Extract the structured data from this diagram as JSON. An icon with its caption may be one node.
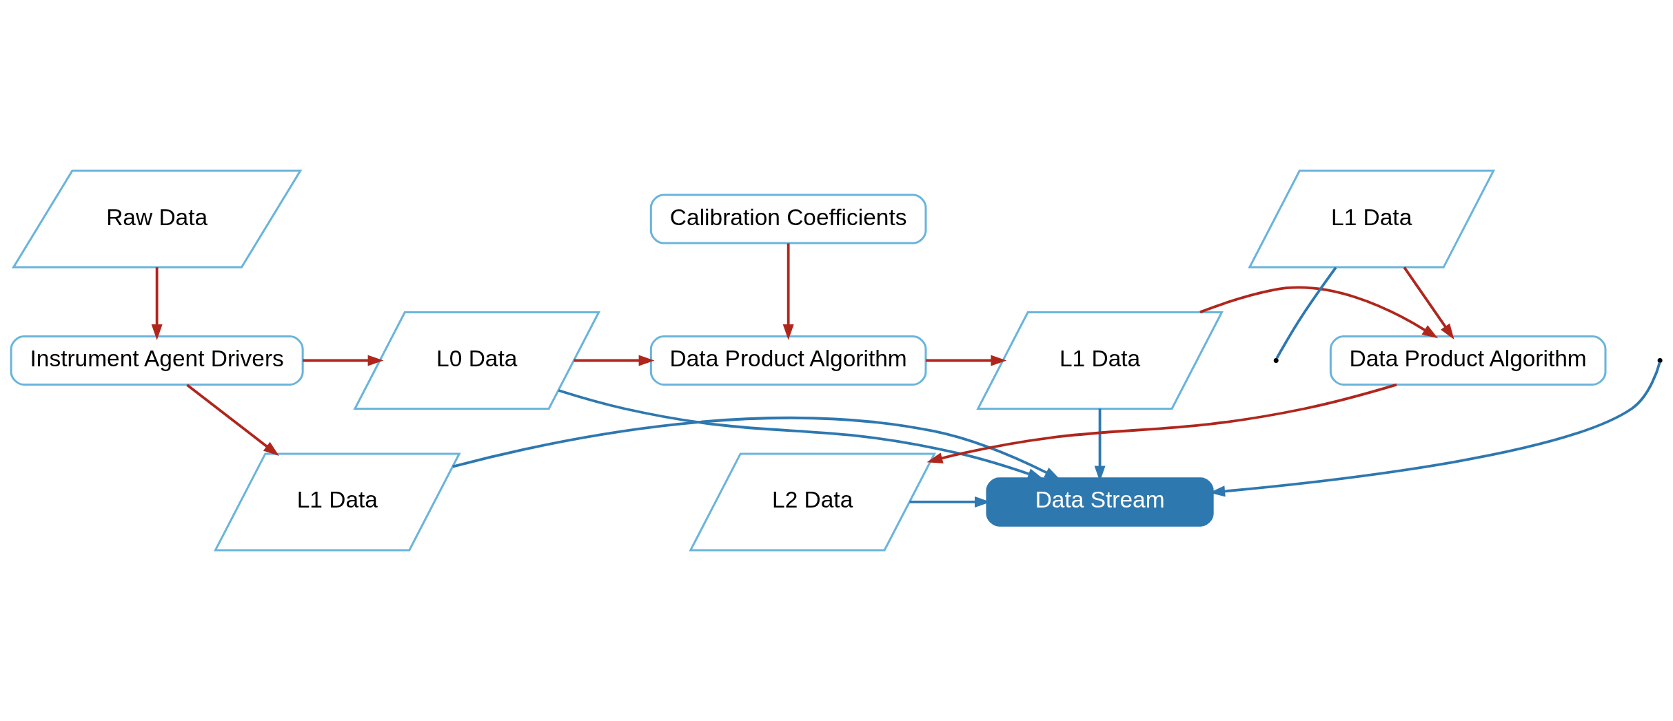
{
  "diagram": {
    "nodes": [
      {
        "text": [
          "Raw Data"
        ]
      },
      {
        "text": [
          "Instrument Agent Drivers"
        ]
      },
      {
        "text": [
          "L1 Data"
        ]
      },
      {
        "text": [
          "L0 Data"
        ]
      },
      {
        "text": [
          "Calibration Coefficients"
        ]
      },
      {
        "text": [
          "Data Product Algorithm"
        ]
      },
      {
        "text": [
          "L1 Data"
        ]
      },
      {
        "text": [
          "Data Stream"
        ]
      },
      {
        "text": [
          "L1 Data"
        ]
      },
      {
        "text": [
          "Data Product Algorithm"
        ]
      },
      {
        "text": [
          "L2 Data"
        ]
      }
    ],
    "edges": [
      {
        "from": 0,
        "to": 1,
        "arrow": "to"
      },
      {
        "from": 1,
        "to": 2,
        "arrow": "to"
      },
      {
        "from": 1,
        "to": 3,
        "arrow": "to"
      },
      {
        "from": 3,
        "to": 5,
        "arrow": "to"
      },
      {
        "from": 4,
        "to": 5,
        "arrow": "to"
      },
      {
        "from": 5,
        "to": 6,
        "arrow": "to"
      },
      {
        "from": 6,
        "to": 9,
        "arrow": "to"
      },
      {
        "from": 8,
        "to": 9,
        "arrow": "to"
      },
      {
        "from": 9,
        "to": 10,
        "arrow": "to"
      },
      {
        "from": 3,
        "to": 7,
        "arrow": "to",
        "color": "#2e78b0"
      },
      {
        "from": 6,
        "to": 7,
        "arrow": "to",
        "color": "#2e78b0"
      },
      {
        "from": 2,
        "to": 7,
        "arrow": "to",
        "color": "#2e78b0"
      },
      {
        "from": 10,
        "to": 7,
        "arrow": "to",
        "color": "#2e78b0"
      },
      {
        "from": null,
        "to": 7,
        "arrow": "to",
        "color": "#2e78b0"
      },
      {
        "from": 8,
        "to": null,
        "arrow": "none",
        "color": "#2e78b0"
      }
    ]
  }
}
